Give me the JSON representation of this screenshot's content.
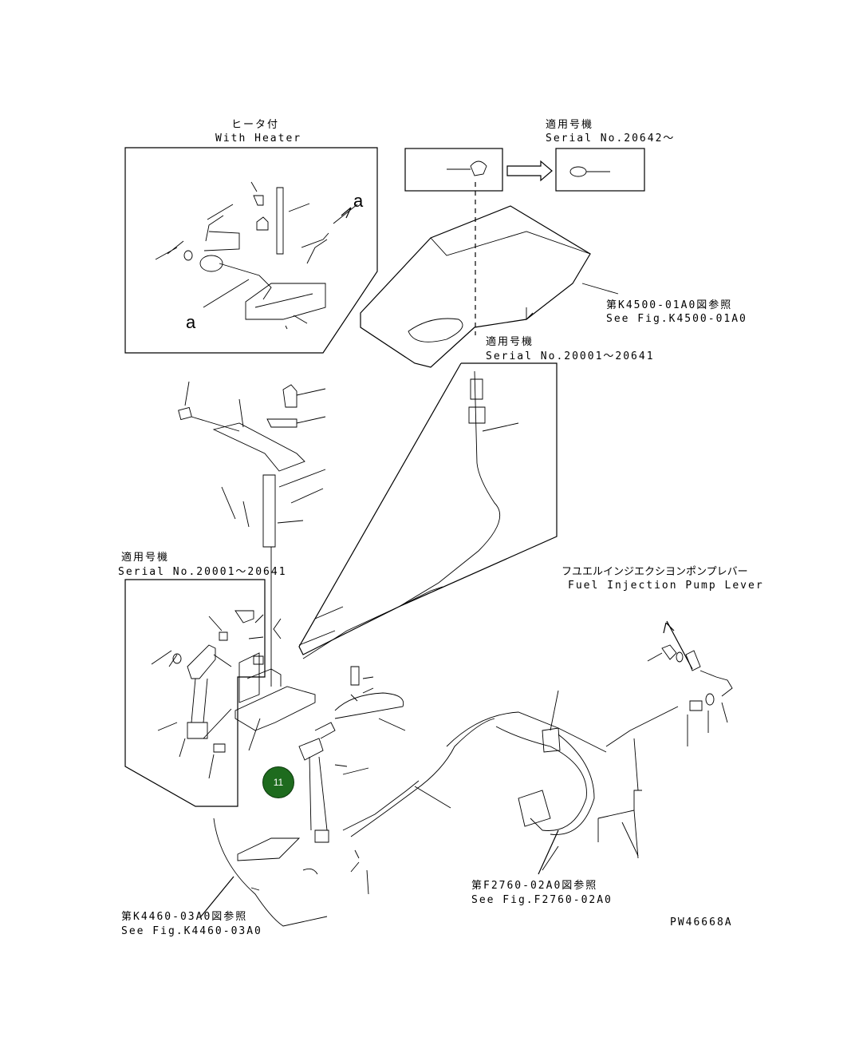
{
  "labels": {
    "with_heater_jp": "ヒータ付",
    "with_heater_en": "With Heater",
    "serial_top_jp": "適用号機",
    "serial_top_en": "Serial No.20642～",
    "fig_k4500_jp": "第K4500-01A0図参照",
    "fig_k4500_en": "See Fig.K4500-01A0",
    "serial_mid_jp": "適用号機",
    "serial_mid_en": "Serial No.20001～20641",
    "serial_left_jp": "適用号機",
    "serial_left_en": "Serial No.20001～20641",
    "fuel_lever_jp": "フユエルインジエクシヨンポンプレバー",
    "fuel_lever_en": "Fuel Injection Pump Lever",
    "fig_f2760_jp": "第F2760-02A0図参照",
    "fig_f2760_en": "See Fig.F2760-02A0",
    "fig_k4460_jp": "第K4460-03A0図参照",
    "fig_k4460_en": "See Fig.K4460-03A0",
    "drawing_no": "PW46668A",
    "detail_a_upper": "a",
    "detail_a_lower": "a"
  },
  "callouts": [
    {
      "number": "11"
    }
  ],
  "colors": {
    "callout_fill": "#1e6b1e",
    "line": "#000000",
    "background": "#ffffff"
  }
}
